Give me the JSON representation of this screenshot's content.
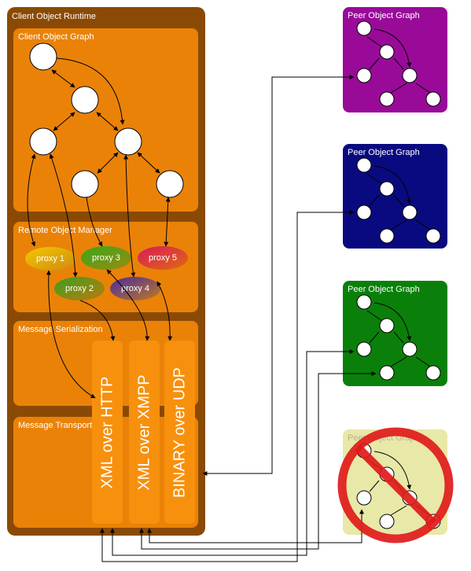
{
  "client": {
    "runtime_title": "Client Object Runtime",
    "graph_title": "Client Object Graph",
    "remote_manager_title": "Remote Object Manager",
    "serialization_title": "Message Serialization",
    "transport_title": "Message Transport"
  },
  "proxies": [
    "proxy 1",
    "proxy 2",
    "proxy 3",
    "proxy 4",
    "proxy 5"
  ],
  "transports": [
    "XML over HTTP",
    "XML over XMPP",
    "BINARY over UDP"
  ],
  "peers": [
    {
      "title": "Peer Object Graph",
      "color": "#990a99"
    },
    {
      "title": "Peer Object Graph",
      "color": "#0a0a80"
    },
    {
      "title": "Peer Object Graph",
      "color": "#0a800a"
    },
    {
      "title": "Peer Object Graph",
      "color": "#e8e8a8"
    }
  ],
  "colors": {
    "runtime_bg": "#8a4a06",
    "panel_bg": "#ea8208",
    "no_sign": "#e01a1a"
  },
  "icons": [
    "no-sign-icon"
  ]
}
